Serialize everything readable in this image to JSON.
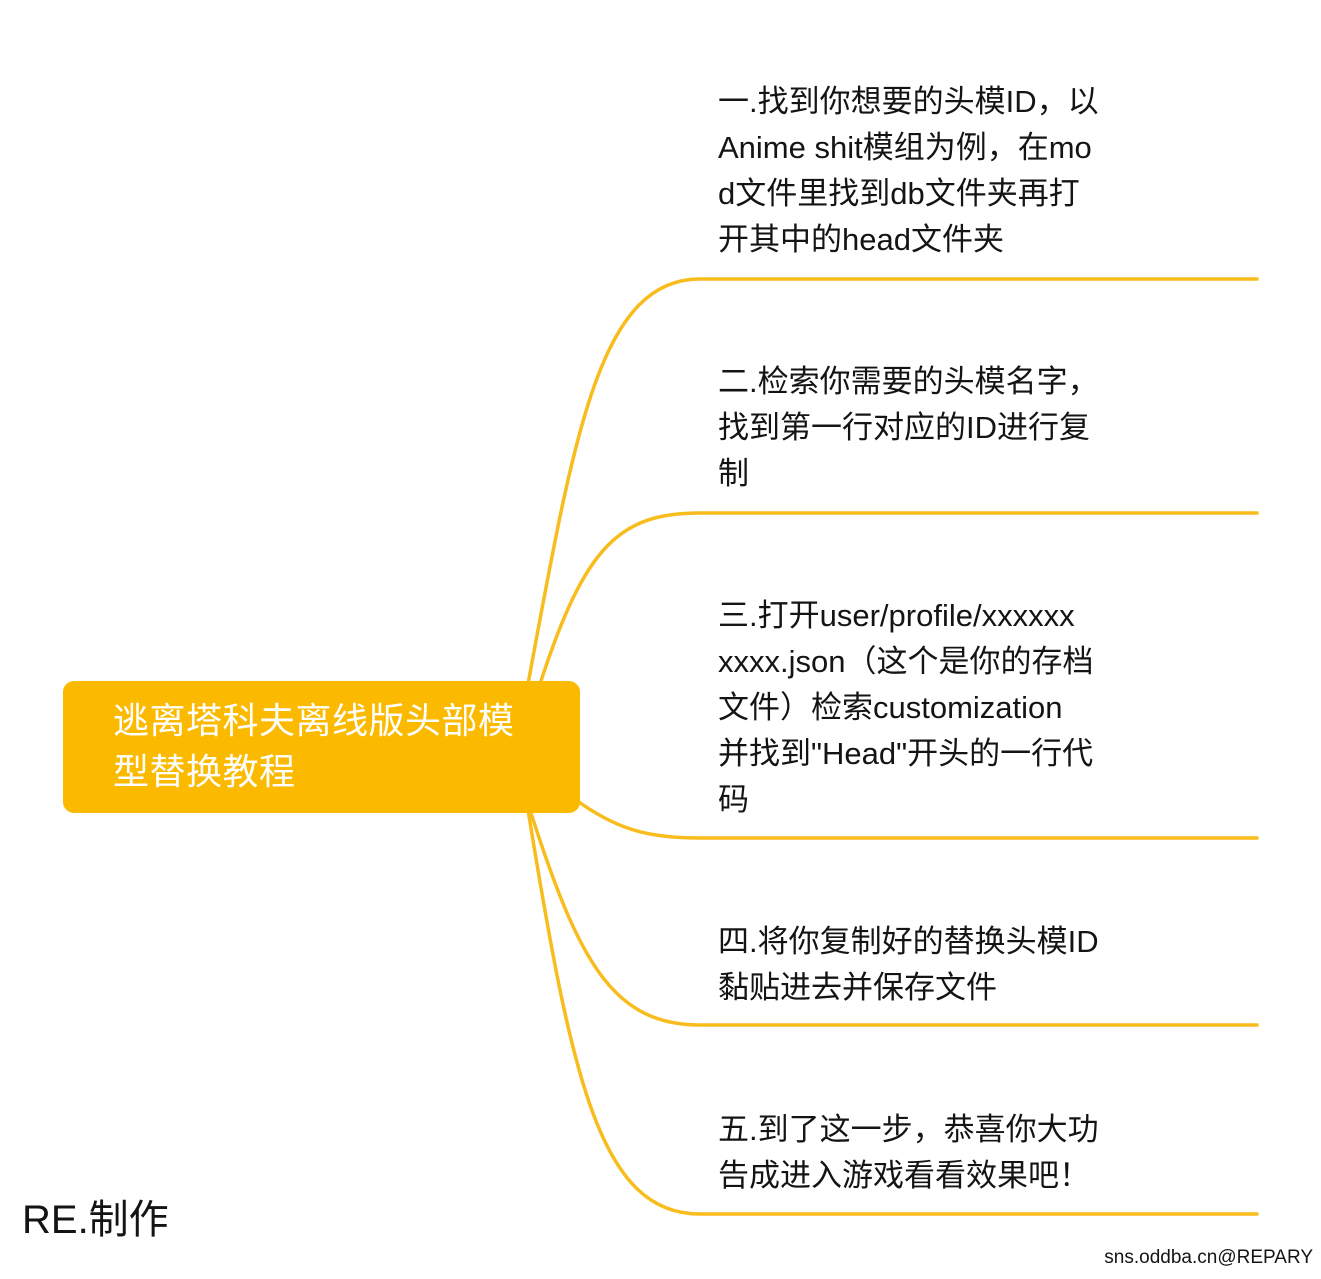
{
  "central_topic": {
    "lines": [
      "逃离塔科夫离线版头部模",
      "型替换教程"
    ]
  },
  "branches": [
    {
      "lines": [
        "一.找到你想要的头模ID，以",
        "Anime shit模组为例，在mo",
        "d文件里找到db文件夹再打",
        "开其中的head文件夹"
      ]
    },
    {
      "lines": [
        "二.检索你需要的头模名字，",
        "找到第一行对应的ID进行复",
        "制"
      ]
    },
    {
      "lines": [
        "三.打开user/profile/xxxxxx",
        "xxxx.json（这个是你的存档",
        "文件）检索customization",
        "并找到\"Head\"开头的一行代",
        "码"
      ]
    },
    {
      "lines": [
        "四.将你复制好的替换头模ID",
        "黏贴进去并保存文件"
      ]
    },
    {
      "lines": [
        "五.到了这一步，恭喜你大功",
        "告成进入游戏看看效果吧！"
      ]
    }
  ],
  "author_credit": "RE.制作",
  "watermark": "sns.oddba.cn@REPARY",
  "colors": {
    "node": "#FBBA00",
    "node_text": "#FFFFFF",
    "connector": "#F8BC1C",
    "text": "#141414"
  }
}
